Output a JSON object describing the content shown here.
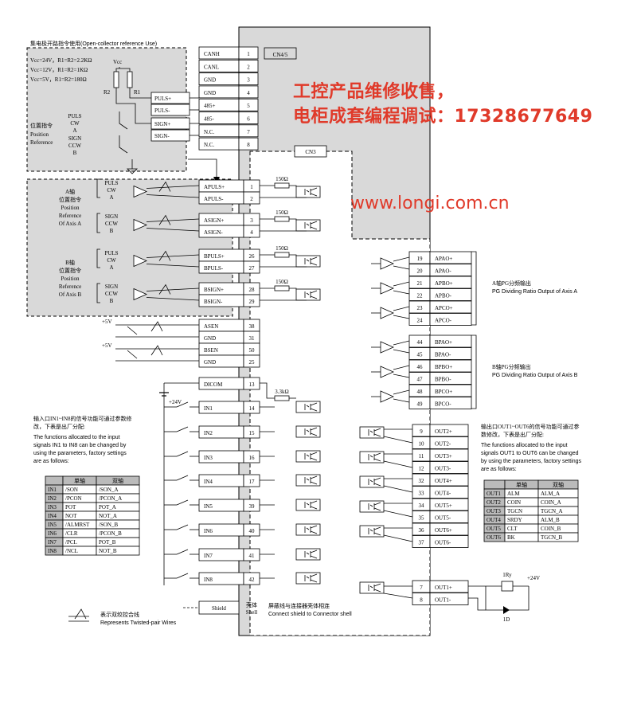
{
  "oc_title": "集电极开路指令使用(Open-collector reference Use)",
  "vcc_lines": [
    "Vcc=24V，R1=R2=2.2KΩ",
    "Vcc=12V，R1=R2=1KΩ",
    "Vcc=5V，R1=R2=180Ω"
  ],
  "vcc_label": "Vcc",
  "r1": "R1",
  "r2": "R2",
  "oc_ref_cn": "位置指令",
  "oc_ref_en": [
    "Position",
    "Reference"
  ],
  "puls_cw_a": [
    "PULS",
    "CW",
    "A"
  ],
  "sign_ccw_b": [
    "SIGN",
    "CCW",
    "B"
  ],
  "oc_pins": [
    "PULS+",
    "PULS-",
    "SIGN+",
    "SIGN-"
  ],
  "axis_a_cn": [
    "A轴",
    "位置指令"
  ],
  "axis_a_en": [
    "Position",
    "Reference",
    "Of Axis A"
  ],
  "axis_b_cn": [
    "B轴",
    "位置指令"
  ],
  "axis_b_en": [
    "Position",
    "Reference",
    "Of Axis B"
  ],
  "cn45_label": "CN4/5",
  "cn3_label": "CN3",
  "cn45_rows": [
    [
      "CANH",
      "1"
    ],
    [
      "CANL",
      "2"
    ],
    [
      "GND",
      "3"
    ],
    [
      "GND",
      "4"
    ],
    [
      "485+",
      "5"
    ],
    [
      "485-",
      "6"
    ],
    [
      "N.C.",
      "7"
    ],
    [
      "N.C.",
      "8"
    ]
  ],
  "left_rows": [
    [
      "APULS+",
      "1"
    ],
    [
      "APULS-",
      "2"
    ],
    [
      "ASIGN+",
      "3"
    ],
    [
      "ASIGN-",
      "4"
    ],
    [
      "BPULS+",
      "26"
    ],
    [
      "BPULS-",
      "27"
    ],
    [
      "BSIGN+",
      "28"
    ],
    [
      "BSIGN-",
      "29"
    ],
    [
      "ASEN",
      "38"
    ],
    [
      "GND",
      "31"
    ],
    [
      "BSEN",
      "50"
    ],
    [
      "GND",
      "25"
    ],
    [
      "DICOM",
      "13"
    ],
    [
      "IN1",
      "14"
    ],
    [
      "IN2",
      "15"
    ],
    [
      "IN3",
      "16"
    ],
    [
      "IN4",
      "17"
    ],
    [
      "IN5",
      "39"
    ],
    [
      "IN6",
      "40"
    ],
    [
      "IN7",
      "41"
    ],
    [
      "IN8",
      "42"
    ]
  ],
  "res_150": "150Ω",
  "res_33k": "3.3kΩ",
  "plus5v": "+5V",
  "plus24v": "+24V",
  "pg_a_rows": [
    [
      "19",
      "APAO+"
    ],
    [
      "20",
      "APAO-"
    ],
    [
      "21",
      "APBO+"
    ],
    [
      "22",
      "APBO-"
    ],
    [
      "23",
      "APCO+"
    ],
    [
      "24",
      "APCO-"
    ]
  ],
  "pg_b_rows": [
    [
      "44",
      "BPAO+"
    ],
    [
      "45",
      "BPAO-"
    ],
    [
      "46",
      "BPBO+"
    ],
    [
      "47",
      "BPBO-"
    ],
    [
      "48",
      "BPCO+"
    ],
    [
      "49",
      "BPCO-"
    ]
  ],
  "pg_a_cn": "A轴PG分频输出",
  "pg_a_en": "PG Dividing Ratio Output of Axis A",
  "pg_b_cn": "B轴PG分频输出",
  "pg_b_en": "PG Dividing Ratio Output of Axis B",
  "out_rows": [
    [
      "9",
      "OUT2+"
    ],
    [
      "10",
      "OUT2-"
    ],
    [
      "11",
      "OUT3+"
    ],
    [
      "12",
      "OUT3-"
    ],
    [
      "32",
      "OUT4+"
    ],
    [
      "33",
      "OUT4-"
    ],
    [
      "34",
      "OUT5+"
    ],
    [
      "35",
      "OUT5-"
    ],
    [
      "36",
      "OUT6+"
    ],
    [
      "37",
      "OUT6-"
    ]
  ],
  "out1_rows": [
    [
      "7",
      "OUT1+"
    ],
    [
      "8",
      "OUT1-"
    ]
  ],
  "in_note_cn": [
    "输入口IN1~IN8的信号功能可通过参数修",
    "改，下表是出厂分配:"
  ],
  "in_note_en": [
    "The functions allocated to the input",
    "signals IN1 to IN8 can be changed by",
    "using the parameters, factory settings",
    "are as follows:"
  ],
  "in_table_head": [
    "单轴",
    "双轴"
  ],
  "in_table": [
    [
      "IN1",
      "/SON",
      "/SON_A"
    ],
    [
      "IN2",
      "/PCON",
      "/PCON_A"
    ],
    [
      "IN3",
      "POT",
      "POT_A"
    ],
    [
      "IN4",
      "NOT",
      "NOT_A"
    ],
    [
      "IN5",
      "/ALMRST",
      "/SON_B"
    ],
    [
      "IN6",
      "/CLR",
      "/PCON_B"
    ],
    [
      "IN7",
      "/PCL",
      "POT_B"
    ],
    [
      "IN8",
      "/NCL",
      "NOT_B"
    ]
  ],
  "out_note_cn": [
    "输出口OUT1~OUT6的信号功能可通过参",
    "数修改，下表是出厂分配:"
  ],
  "out_note_en": [
    "The functions allocated to the input",
    "signals OUT1 to OUT6  can be changed",
    "by using the parameters, factory settings",
    "are as follows:"
  ],
  "out_table_head": [
    "单轴",
    "双轴"
  ],
  "out_table": [
    [
      "OUT1",
      "ALM",
      "ALM_A"
    ],
    [
      "OUT2",
      "COIN",
      "COIN_A"
    ],
    [
      "OUT3",
      "TGCN",
      "TGCN_A"
    ],
    [
      "OUT4",
      "SRDY",
      "ALM_B"
    ],
    [
      "OUT5",
      "CLT",
      "COIN_B"
    ],
    [
      "OUT6",
      "BK",
      "TGCN_B"
    ]
  ],
  "ry_label": "1Ry",
  "d_label": "1D",
  "shield_label": "Shield",
  "shell_label": [
    "壳体",
    "Shell"
  ],
  "shield_note_cn": "屏蔽线与连接器壳体相连",
  "shield_note_en": "Connect shield to Connector shell",
  "twisted_cn": "表示双绞控合线",
  "twisted_en": "Represents Twisted-pair Wires",
  "watermark_line1": "工控产品维修收售，",
  "watermark_line2": "电柜成套编程调试：17328677649",
  "watermark_url": "www.longi.com.cn",
  "colors": {
    "watermark": "#e03a2a",
    "shade": "#d9d9d9",
    "line": "#000000"
  }
}
